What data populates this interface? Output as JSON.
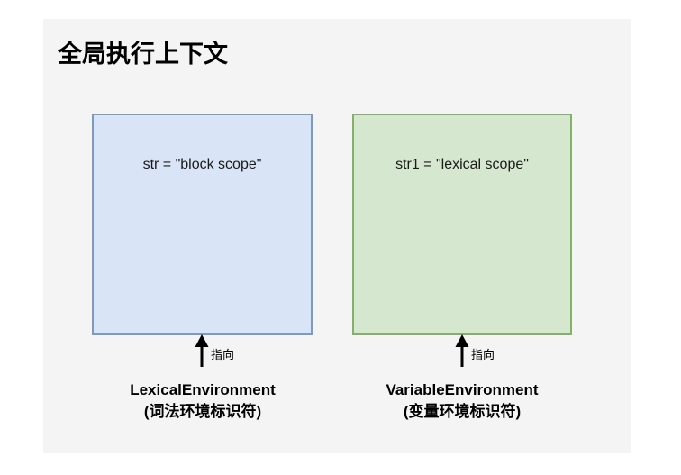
{
  "slide": {
    "title": "全局执行上下文",
    "background_color": "#f4f4f4",
    "page_background_color": "#ffffff"
  },
  "boxes": [
    {
      "name": "lexical-environment-box",
      "content": "str = \"block scope\"",
      "fill_color": "#d9e5f7",
      "border_color": "#7b9ac4"
    },
    {
      "name": "variable-environment-box",
      "content": "str1 = \"lexical scope\"",
      "fill_color": "#d5e7cf",
      "border_color": "#84b06a"
    }
  ],
  "arrows": [
    {
      "name": "lexical-pointer-arrow",
      "caption": "指向",
      "direction": "up",
      "color": "#000000"
    },
    {
      "name": "variable-pointer-arrow",
      "caption": "指向",
      "direction": "up",
      "color": "#000000"
    }
  ],
  "labels": [
    {
      "name": "lexical-environment-label",
      "line1": "LexicalEnvironment",
      "line2": "(词法环境标识符)"
    },
    {
      "name": "variable-environment-label",
      "line1": "VariableEnvironment",
      "line2": "(变量环境标识符)"
    }
  ]
}
